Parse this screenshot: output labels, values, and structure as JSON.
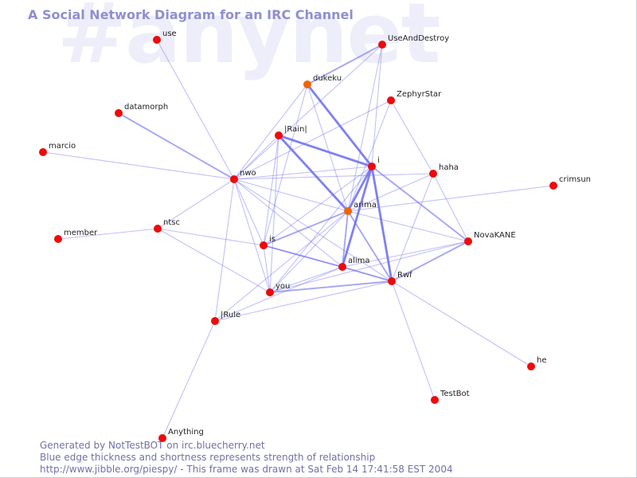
{
  "watermark": "#anynet",
  "title": "A Social Network Diagram for an IRC Channel",
  "colors": {
    "edge": "#6a6af0",
    "node": "#ee0a0a",
    "node_highlight": "#ee6600",
    "title": "#8e8ed2",
    "watermark": "#eeeefa",
    "footer": "#7070a8"
  },
  "nodes": [
    {
      "id": "use",
      "label": "use"
    },
    {
      "id": "UseAndDestroy",
      "label": "UseAndDestroy"
    },
    {
      "id": "dukeku",
      "label": "dukeku",
      "highlight": true
    },
    {
      "id": "ZephyrStar",
      "label": "ZephyrStar"
    },
    {
      "id": "datamorph",
      "label": "datamorph"
    },
    {
      "id": "Rain",
      "label": "|Rain|"
    },
    {
      "id": "marcio",
      "label": "marcio"
    },
    {
      "id": "i",
      "label": "i"
    },
    {
      "id": "haha",
      "label": "haha"
    },
    {
      "id": "nwo",
      "label": "nwo"
    },
    {
      "id": "crimsun",
      "label": "crimsun"
    },
    {
      "id": "arima",
      "label": "arima",
      "highlight": true
    },
    {
      "id": "ntsc",
      "label": "ntsc"
    },
    {
      "id": "member",
      "label": "member"
    },
    {
      "id": "NovaKANE",
      "label": "NovaKANE"
    },
    {
      "id": "is",
      "label": "is"
    },
    {
      "id": "alima",
      "label": "alima"
    },
    {
      "id": "Rwf",
      "label": "Rwf"
    },
    {
      "id": "you",
      "label": "you"
    },
    {
      "id": "IRule",
      "label": "|Rule"
    },
    {
      "id": "he",
      "label": "he"
    },
    {
      "id": "TestBot",
      "label": "TestBot"
    },
    {
      "id": "Anything",
      "label": "Anything"
    }
  ],
  "edges": [
    {
      "source": "use",
      "target": "nwo",
      "strength": 1
    },
    {
      "source": "datamorph",
      "target": "nwo",
      "strength": 2
    },
    {
      "source": "marcio",
      "target": "nwo",
      "strength": 1
    },
    {
      "source": "member",
      "target": "ntsc",
      "strength": 1
    },
    {
      "source": "ntsc",
      "target": "nwo",
      "strength": 1
    },
    {
      "source": "ntsc",
      "target": "is",
      "strength": 1
    },
    {
      "source": "ntsc",
      "target": "you",
      "strength": 1
    },
    {
      "source": "nwo",
      "target": "Rain",
      "strength": 1
    },
    {
      "source": "nwo",
      "target": "i",
      "strength": 1
    },
    {
      "source": "nwo",
      "target": "haha",
      "strength": 1
    },
    {
      "source": "nwo",
      "target": "arima",
      "strength": 1
    },
    {
      "source": "nwo",
      "target": "is",
      "strength": 1
    },
    {
      "source": "nwo",
      "target": "alima",
      "strength": 1
    },
    {
      "source": "nwo",
      "target": "Rwf",
      "strength": 1
    },
    {
      "source": "nwo",
      "target": "you",
      "strength": 1
    },
    {
      "source": "nwo",
      "target": "IRule",
      "strength": 1
    },
    {
      "source": "nwo",
      "target": "dukeku",
      "strength": 1
    },
    {
      "source": "nwo",
      "target": "UseAndDestroy",
      "strength": 1
    },
    {
      "source": "nwo",
      "target": "ZephyrStar",
      "strength": 1
    },
    {
      "source": "UseAndDestroy",
      "target": "dukeku",
      "strength": 2
    },
    {
      "source": "UseAndDestroy",
      "target": "i",
      "strength": 1
    },
    {
      "source": "UseAndDestroy",
      "target": "arima",
      "strength": 1
    },
    {
      "source": "dukeku",
      "target": "i",
      "strength": 3
    },
    {
      "source": "dukeku",
      "target": "arima",
      "strength": 1
    },
    {
      "source": "dukeku",
      "target": "is",
      "strength": 1
    },
    {
      "source": "ZephyrStar",
      "target": "haha",
      "strength": 1
    },
    {
      "source": "ZephyrStar",
      "target": "arima",
      "strength": 1
    },
    {
      "source": "Rain",
      "target": "i",
      "strength": 3
    },
    {
      "source": "Rain",
      "target": "arima",
      "strength": 3
    },
    {
      "source": "Rain",
      "target": "is",
      "strength": 1
    },
    {
      "source": "Rain",
      "target": "you",
      "strength": 1
    },
    {
      "source": "i",
      "target": "arima",
      "strength": 3
    },
    {
      "source": "i",
      "target": "alima",
      "strength": 3
    },
    {
      "source": "i",
      "target": "Rwf",
      "strength": 3
    },
    {
      "source": "i",
      "target": "is",
      "strength": 1
    },
    {
      "source": "i",
      "target": "NovaKANE",
      "strength": 2
    },
    {
      "source": "i",
      "target": "you",
      "strength": 1
    },
    {
      "source": "haha",
      "target": "arima",
      "strength": 1
    },
    {
      "source": "haha",
      "target": "Rwf",
      "strength": 1
    },
    {
      "source": "haha",
      "target": "NovaKANE",
      "strength": 1
    },
    {
      "source": "crimsun",
      "target": "arima",
      "strength": 1
    },
    {
      "source": "arima",
      "target": "is",
      "strength": 2
    },
    {
      "source": "arima",
      "target": "alima",
      "strength": 2
    },
    {
      "source": "arima",
      "target": "Rwf",
      "strength": 2
    },
    {
      "source": "arima",
      "target": "NovaKANE",
      "strength": 1
    },
    {
      "source": "arima",
      "target": "you",
      "strength": 1
    },
    {
      "source": "arima",
      "target": "IRule",
      "strength": 1
    },
    {
      "source": "is",
      "target": "alima",
      "strength": 2
    },
    {
      "source": "is",
      "target": "Rwf",
      "strength": 1
    },
    {
      "source": "is",
      "target": "you",
      "strength": 1
    },
    {
      "source": "alima",
      "target": "Rwf",
      "strength": 2
    },
    {
      "source": "alima",
      "target": "NovaKANE",
      "strength": 1
    },
    {
      "source": "alima",
      "target": "you",
      "strength": 1
    },
    {
      "source": "alima",
      "target": "IRule",
      "strength": 1
    },
    {
      "source": "NovaKANE",
      "target": "Rwf",
      "strength": 2
    },
    {
      "source": "NovaKANE",
      "target": "you",
      "strength": 1
    },
    {
      "source": "Rwf",
      "target": "you",
      "strength": 2
    },
    {
      "source": "Rwf",
      "target": "he",
      "strength": 1
    },
    {
      "source": "Rwf",
      "target": "TestBot",
      "strength": 1
    },
    {
      "source": "Rwf",
      "target": "IRule",
      "strength": 1
    },
    {
      "source": "IRule",
      "target": "Anything",
      "strength": 1
    }
  ],
  "footer": {
    "line1": "Generated by NotTestBOT on irc.bluecherry.net",
    "line2": "Blue edge thickness and shortness represents strength of relationship",
    "line3": "http://www.jibble.org/piespy/ - This frame was drawn at Sat Feb 14 17:41:58 EST 2004"
  }
}
